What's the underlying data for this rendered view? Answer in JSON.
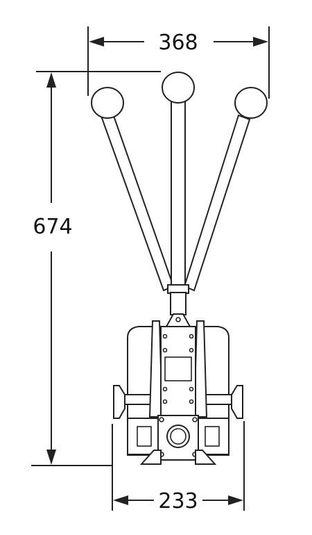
{
  "dimensions": {
    "width_top": "368",
    "height": "674",
    "width_bottom": "233"
  },
  "colors": {
    "line": "#222222",
    "background": "#ffffff"
  }
}
